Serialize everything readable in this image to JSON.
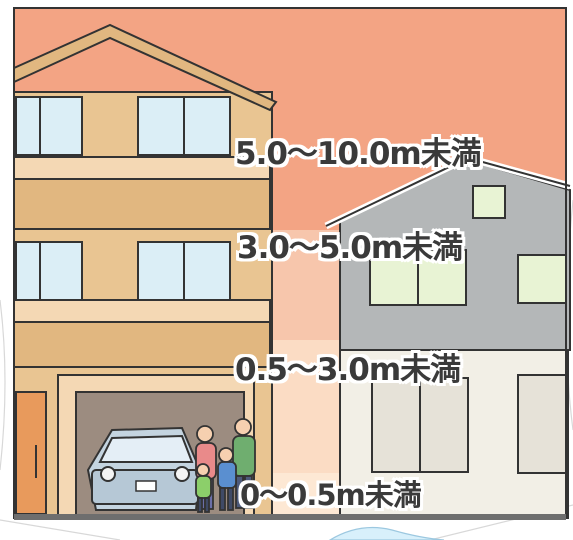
{
  "depth_bands": [
    {
      "label": "5.0〜10.0m未満",
      "color": "#f3a484"
    },
    {
      "label": "3.0〜5.0m未満",
      "color": "#f7c6ac"
    },
    {
      "label": "0.5〜3.0m未満",
      "color": "#fbdcc4"
    },
    {
      "label": "0〜0.5m未満",
      "color": "#fde8d4"
    }
  ]
}
